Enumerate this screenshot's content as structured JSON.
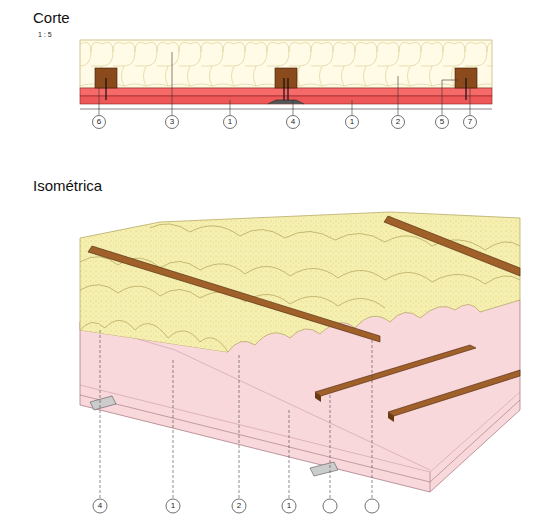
{
  "diagram": {
    "labels": [
      "Corte",
      "1 : 5",
      "6",
      "3",
      "1",
      "4",
      "1",
      "2",
      "5",
      "7",
      "Isométrica",
      "4",
      "1",
      "2",
      "1"
    ]
  }
}
